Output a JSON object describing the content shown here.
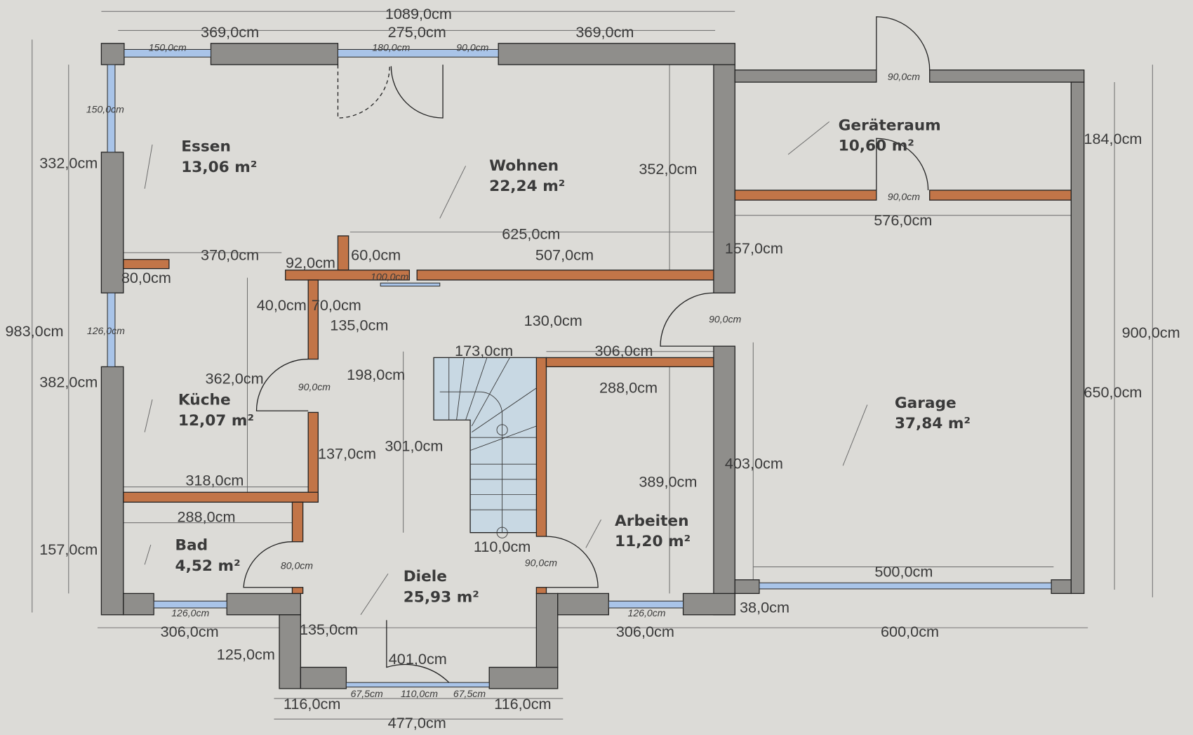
{
  "rooms": [
    {
      "name": "Essen",
      "area": "13,06 m²"
    },
    {
      "name": "Wohnen",
      "area": "22,24 m²"
    },
    {
      "name": "Geräteraum",
      "area": "10,60 m²"
    },
    {
      "name": "Küche",
      "area": "12,07 m²"
    },
    {
      "name": "Garage",
      "area": "37,84 m²"
    },
    {
      "name": "Bad",
      "area": "4,52 m²"
    },
    {
      "name": "Arbeiten",
      "area": "11,20 m²"
    },
    {
      "name": "Diele",
      "area": "25,93 m²"
    }
  ],
  "dims_large": [
    "1089,0cm",
    "369,0cm",
    "275,0cm",
    "369,0cm",
    "332,0cm",
    "352,0cm",
    "184,0cm",
    "576,0cm",
    "625,0cm",
    "370,0cm",
    "92,0cm",
    "60,0cm",
    "507,0cm",
    "157,0cm",
    "80,0cm",
    "40,0cm",
    "70,0cm",
    "135,0cm",
    "130,0cm",
    "983,0cm",
    "900,0cm",
    "173,0cm",
    "306,0cm",
    "198,0cm",
    "382,0cm",
    "362,0cm",
    "288,0cm",
    "650,0cm",
    "301,0cm",
    "137,0cm",
    "403,0cm",
    "389,0cm",
    "318,0cm",
    "288,0cm",
    "110,0cm",
    "157,0cm",
    "500,0cm",
    "38,0cm",
    "306,0cm",
    "306,0cm",
    "600,0cm",
    "135,0cm",
    "125,0cm",
    "401,0cm",
    "116,0cm",
    "116,0cm",
    "477,0cm"
  ],
  "dims_small": [
    "150,0cm",
    "180,0cm",
    "90,0cm",
    "150,0cm",
    "126,0cm",
    "90,0cm",
    "90,0cm",
    "100,0cm",
    "90,0cm",
    "90,0cm",
    "80,0cm",
    "90,0cm",
    "126,0cm",
    "126,0cm",
    "67,5cm",
    "110,0cm",
    "67,5cm"
  ]
}
